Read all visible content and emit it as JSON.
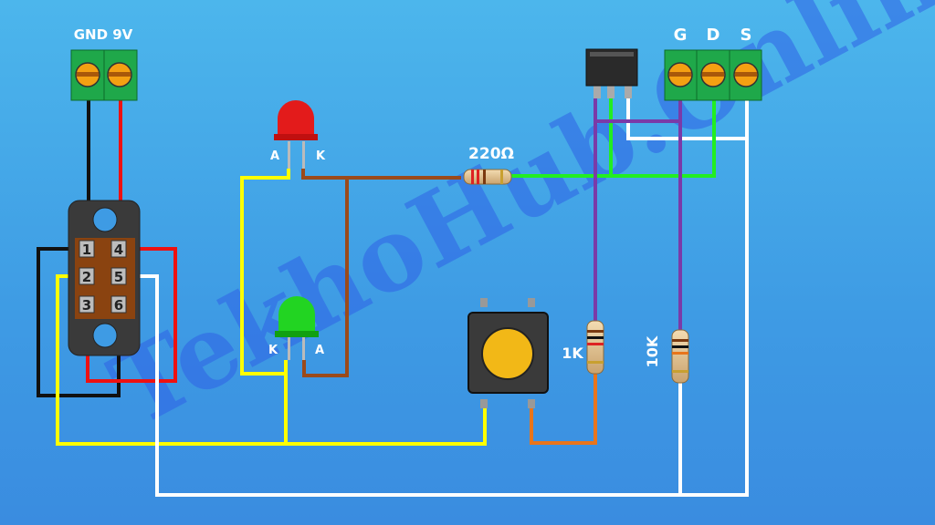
{
  "power_terminal": {
    "label": "GND 9V"
  },
  "switch": {
    "pins": [
      "1",
      "2",
      "3",
      "4",
      "5",
      "6"
    ]
  },
  "led_red": {
    "anode": "A",
    "cathode": "K",
    "color": "#e31b1b"
  },
  "led_green": {
    "anode": "A",
    "cathode": "K",
    "color": "#22d422"
  },
  "resistors": {
    "r1": "220Ω",
    "r2": "1K",
    "r3": "10K"
  },
  "mosfet_terminal": {
    "g": "G",
    "d": "D",
    "s": "S"
  },
  "watermark": "TekhoHub.Online",
  "wire_colors": {
    "black": "#111111",
    "red": "#ee1111",
    "yellow": "#ffff00",
    "white": "#ffffff",
    "brown": "#9b4a1a",
    "green": "#22ee22",
    "purple": "#7a3aa8",
    "orange": "#e8751c"
  }
}
